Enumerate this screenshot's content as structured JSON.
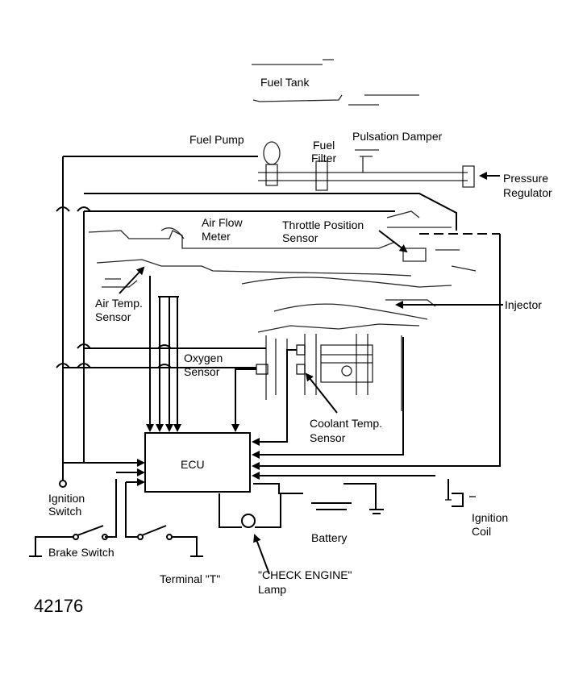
{
  "labels": {
    "fuel_tank": "Fuel Tank",
    "fuel_pump": "Fuel Pump",
    "fuel_filter_1": "Fuel",
    "fuel_filter_2": "Filter",
    "pulsation_damper": "Pulsation Damper",
    "pressure_regulator_1": "Pressure",
    "pressure_regulator_2": "Regulator",
    "air_flow_meter_1": "Air Flow",
    "air_flow_meter_2": "Meter",
    "throttle_position_1": "Throttle Position",
    "throttle_position_2": "Sensor",
    "air_temp_1": "Air Temp.",
    "air_temp_2": "Sensor",
    "injector": "Injector",
    "oxygen_1": "Oxygen",
    "oxygen_2": "Sensor",
    "coolant_1": "Coolant Temp.",
    "coolant_2": "Sensor",
    "ecu": "ECU",
    "ignition_switch_1": "Ignition",
    "ignition_switch_2": "Switch",
    "brake_switch": "Brake Switch",
    "terminal_t": "Terminal \"T\"",
    "check_engine_1": "\"CHECK ENGINE\"",
    "check_engine_2": "Lamp",
    "battery": "Battery",
    "ignition_coil_1": "Ignition",
    "ignition_coil_2": "Coil",
    "figure_number": "42176"
  }
}
